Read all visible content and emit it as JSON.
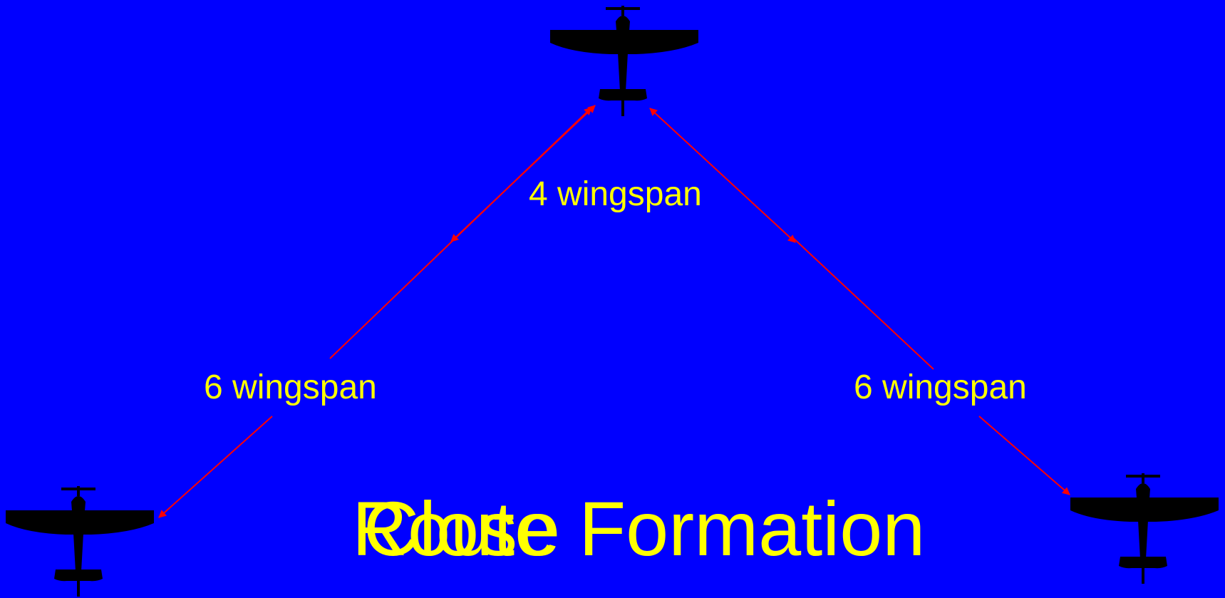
{
  "title_overlay": "Close",
  "title_main": "Route Formation",
  "labels": {
    "top_distance": "4 wingspan",
    "left_distance": "6 wingspan",
    "right_distance": "6 wingspan"
  },
  "colors": {
    "background": "#0000ff",
    "text": "#ffff00",
    "arrow": "#ff0000",
    "aircraft": "#000000"
  },
  "icons": {
    "aircraft": "airplane-silhouette-icon"
  }
}
